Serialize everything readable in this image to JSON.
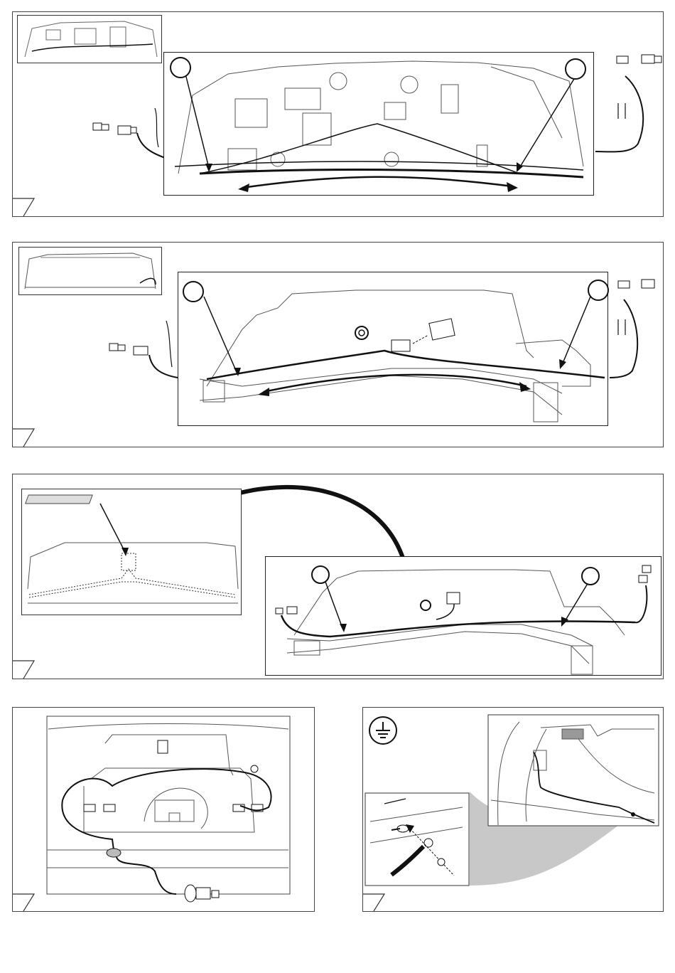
{
  "document": {
    "steps": [
      {
        "id": "step-1",
        "callouts": 2
      },
      {
        "id": "step-2",
        "callouts": 2
      },
      {
        "id": "step-3",
        "callouts": 2
      },
      {
        "id": "step-4",
        "callouts": 0
      },
      {
        "id": "step-5",
        "callouts": 0,
        "symbol": "earth-ground-icon"
      }
    ],
    "colors": {
      "line": "#111111",
      "frame": "#444444",
      "shade": "#c8c8c8"
    }
  }
}
